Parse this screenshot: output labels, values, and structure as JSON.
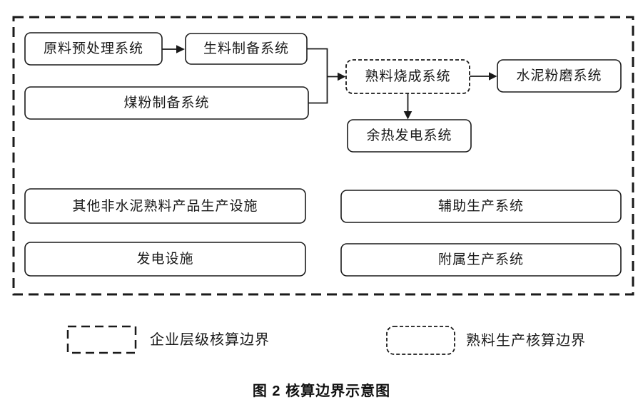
{
  "page": {
    "background": "#ffffff",
    "stroke_color": "#1a1a1a"
  },
  "diagram": {
    "nodes": {
      "raw_pretreatment": "原料预处理系统",
      "raw_meal_preparation": "生料制备系统",
      "coal_powder_preparation": "煤粉制备系统",
      "clinker_calcination": "熟料烧成系统",
      "cement_grinding": "水泥粉磨系统",
      "waste_heat_power": "余热发电系统",
      "other_non_clinker_facilities": "其他非水泥熟料产品生产设施",
      "auxiliary_production": "辅助生产系统",
      "power_generation_facilities": "发电设施",
      "subsidiary_production": "附属生产系统"
    },
    "legend": {
      "enterprise_boundary_label": "企业层级核算边界",
      "clinker_boundary_label": "熟料生产核算边界"
    },
    "caption": "图 2 核算边界示意图"
  }
}
